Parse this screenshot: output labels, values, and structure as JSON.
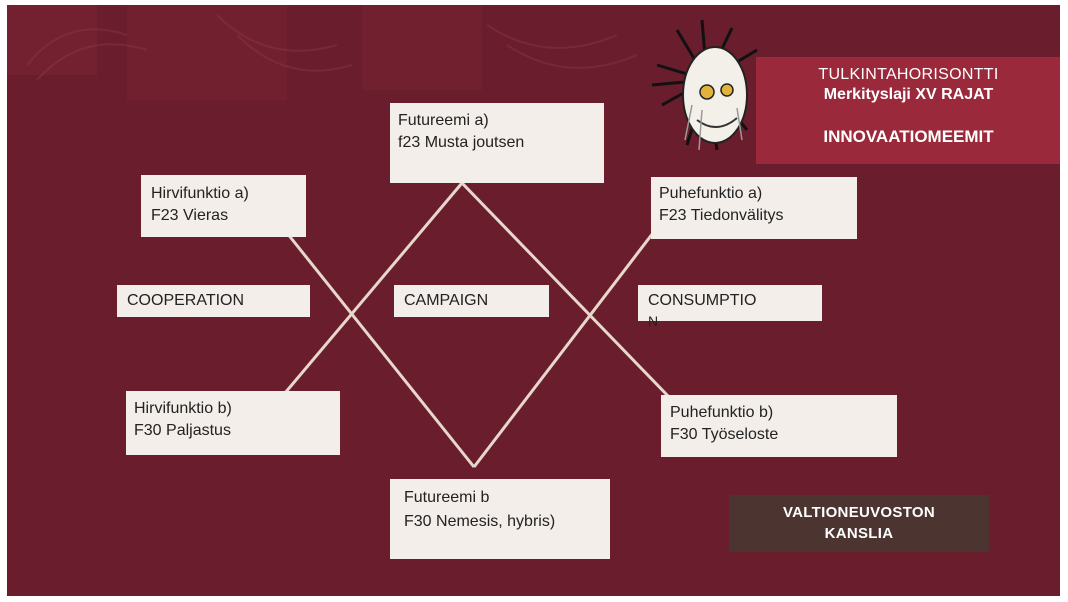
{
  "header": {
    "line1": "TULKINTAHORISONTTI",
    "line2": "Merkityslaji XV RAJAT",
    "line3": "INNOVAATIOMEEMIT"
  },
  "nodes": {
    "futureemi_a": {
      "line1": "Futureemi a)",
      "line2": "f23 Musta joutsen"
    },
    "hirvi_a": {
      "line1": "Hirvifunktio a)",
      "line2": "F23 Vieras"
    },
    "puhe_a": {
      "line1": "Puhefunktio a)",
      "line2": "F23 Tiedonvälitys"
    },
    "hirvi_b": {
      "line1": "Hirvifunktio b)",
      "line2": "F30 Paljastus"
    },
    "puhe_b": {
      "line1": "Puhefunktio b)",
      "line2": "F30 Työseloste"
    },
    "futureemi_b": {
      "line1": "Futureemi b",
      "line2": "F30 Nemesis, hybris)"
    }
  },
  "labels": {
    "cooperation": "COOPERATION",
    "campaign": "CAMPAIGN",
    "consumption_1": "CONSUMPTIO",
    "consumption_2": "N"
  },
  "footer": {
    "line1": "VALTIONEUVOSTON",
    "line2": "KANSLIA"
  },
  "colors": {
    "background": "#6a1d2c",
    "header_bg": "#9a2a3b",
    "box_bg": "#f3eee9",
    "ministry_bg": "#4c3531",
    "connector": "#e8d8cc"
  },
  "icons": {
    "mascot": "spiky-haired-face-illustration"
  }
}
